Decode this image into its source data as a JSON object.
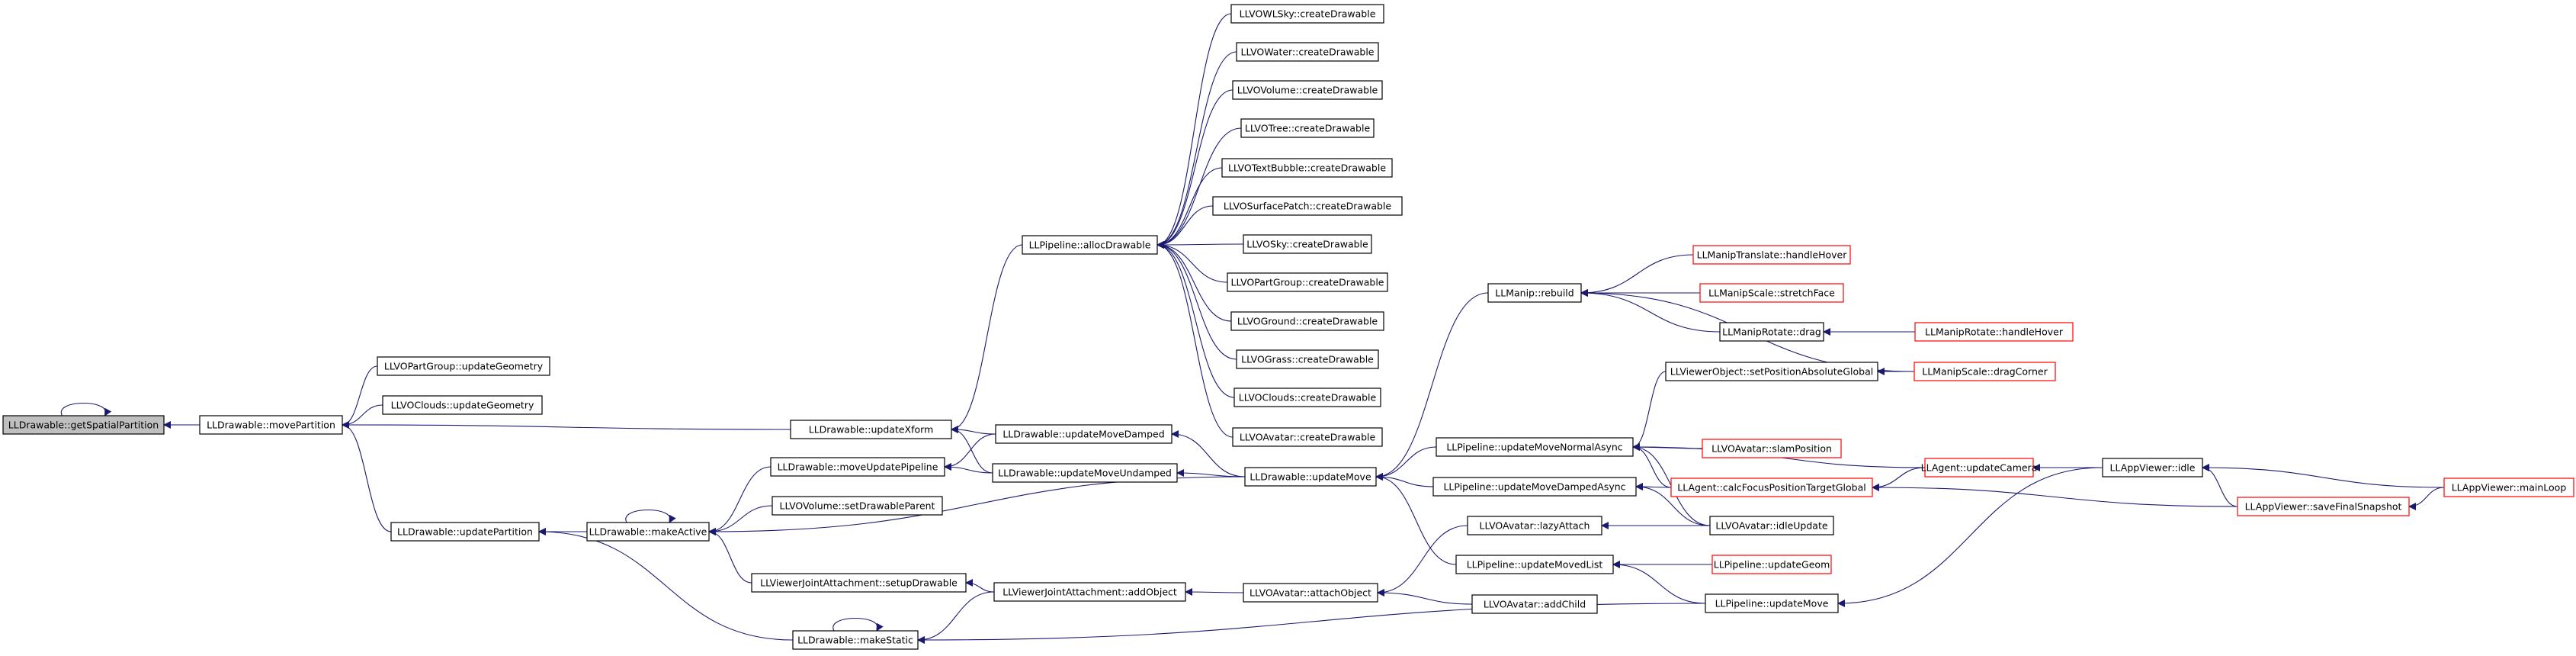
{
  "colors": {
    "edge": "#191970",
    "root_fill": "#bfbfbf",
    "red_border": "#ff0000",
    "border": "#000000"
  },
  "nodes": {
    "n0": {
      "label": "LLDrawable::getSpatialPartition"
    },
    "n1": {
      "label": "LLDrawable::movePartition"
    },
    "n2": {
      "label": "LLVOPartGroup::updateGeometry"
    },
    "n3": {
      "label": "LLVOClouds::updateGeometry"
    },
    "n4": {
      "label": "LLDrawable::updateXform"
    },
    "n5": {
      "label": "LLDrawable::updatePartition"
    },
    "n6": {
      "label": "LLDrawable::makeActive"
    },
    "n7": {
      "label": "LLDrawable::moveUpdatePipeline"
    },
    "n8": {
      "label": "LLVOVolume::setDrawableParent"
    },
    "n9": {
      "label": "LLViewerJointAttachment::setupDrawable"
    },
    "n10": {
      "label": "LLDrawable::makeStatic"
    },
    "n11": {
      "label": "LLPipeline::allocDrawable"
    },
    "n12": {
      "label": "LLDrawable::updateMoveDamped"
    },
    "n13": {
      "label": "LLDrawable::updateMoveUndamped"
    },
    "n14": {
      "label": "LLViewerJointAttachment::addObject"
    },
    "n15": {
      "label": "LLVOWLSky::createDrawable"
    },
    "n16": {
      "label": "LLVOWater::createDrawable"
    },
    "n17": {
      "label": "LLVOVolume::createDrawable"
    },
    "n18": {
      "label": "LLVOTree::createDrawable"
    },
    "n19": {
      "label": "LLVOTextBubble::createDrawable"
    },
    "n20": {
      "label": "LLVOSurfacePatch::createDrawable"
    },
    "n21": {
      "label": "LLVOSky::createDrawable"
    },
    "n22": {
      "label": "LLVOPartGroup::createDrawable"
    },
    "n23": {
      "label": "LLVOGround::createDrawable"
    },
    "n24": {
      "label": "LLVOGrass::createDrawable"
    },
    "n25": {
      "label": "LLVOClouds::createDrawable"
    },
    "n26": {
      "label": "LLVOAvatar::createDrawable"
    },
    "n27": {
      "label": "LLDrawable::updateMove"
    },
    "n28": {
      "label": "LLVOAvatar::attachObject"
    },
    "n29": {
      "label": "LLManip::rebuild"
    },
    "n30": {
      "label": "LLPipeline::updateMoveNormalAsync"
    },
    "n31": {
      "label": "LLPipeline::updateMoveDampedAsync"
    },
    "n32": {
      "label": "LLPipeline::updateMovedList"
    },
    "n33": {
      "label": "LLVOAvatar::lazyAttach"
    },
    "n34": {
      "label": "LLVOAvatar::addChild"
    },
    "n35": {
      "label": "LLPipeline::updateMove"
    },
    "n36": {
      "label": "LLManipTranslate::handleHover"
    },
    "n37": {
      "label": "LLManipScale::stretchFace"
    },
    "n38": {
      "label": "LLManipRotate::drag"
    },
    "n39": {
      "label": "LLViewerObject::setPositionAbsoluteGlobal"
    },
    "n40": {
      "label": "LLVOAvatar::slamPosition"
    },
    "n41": {
      "label": "LLAgent::calcFocusPositionTargetGlobal"
    },
    "n42": {
      "label": "LLVOAvatar::idleUpdate"
    },
    "n43": {
      "label": "LLPipeline::updateGeom"
    },
    "n44": {
      "label": "LLManipRotate::handleHover"
    },
    "n45": {
      "label": "LLManipScale::dragCorner"
    },
    "n46": {
      "label": "LLAgent::updateCamera"
    },
    "n47": {
      "label": "LLAppViewer::idle"
    },
    "n48": {
      "label": "LLAppViewer::saveFinalSnapshot"
    },
    "n49": {
      "label": "LLAppViewer::mainLoop"
    }
  }
}
